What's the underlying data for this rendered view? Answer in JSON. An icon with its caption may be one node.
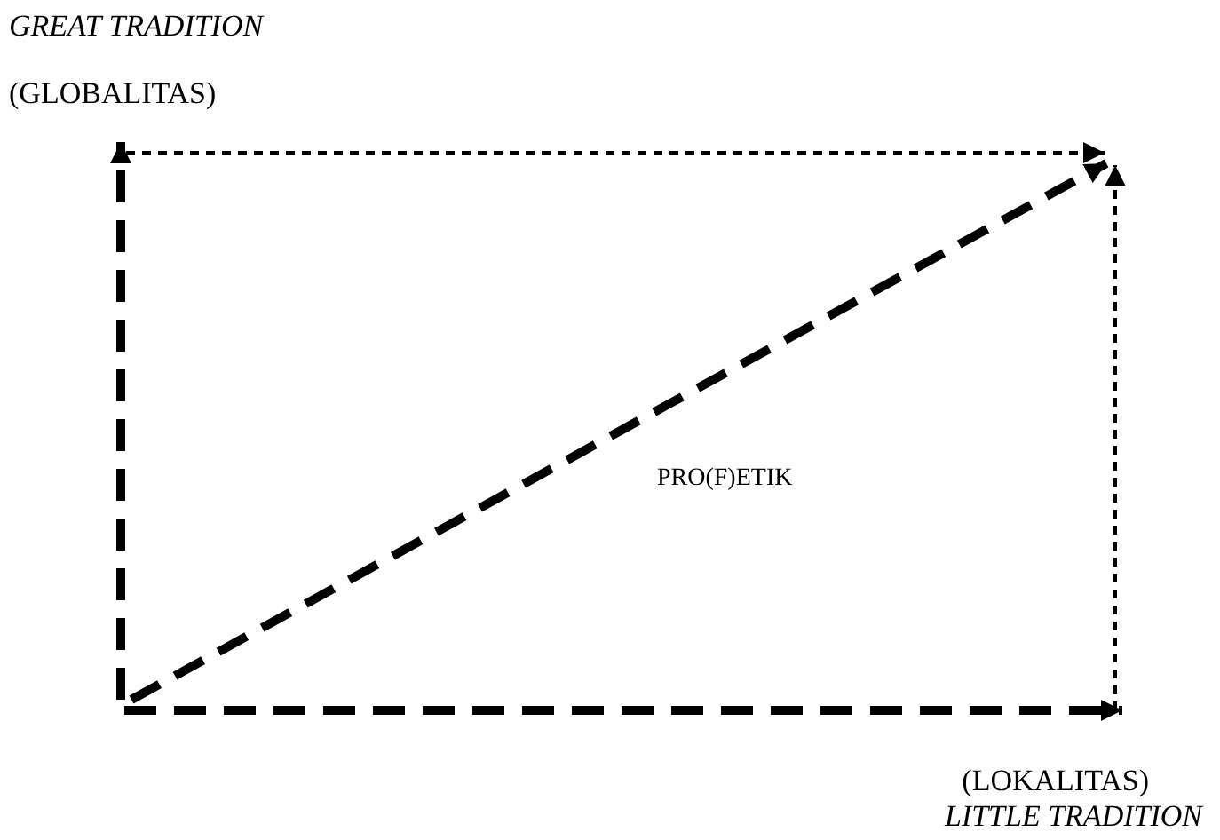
{
  "diagram": {
    "nodes": [
      {
        "text": [
          "GREAT TRADITION",
          "(GLOBALITAS)"
        ]
      },
      {
        "text": [
          "(LOKALITAS)",
          "LITTLE TRADITION"
        ]
      }
    ],
    "edges": [
      {
        "from": null,
        "to": 0,
        "arrow": "to",
        "style": "dashed"
      },
      {
        "from": 0,
        "to": null,
        "arrow": "to",
        "style": "dashed"
      },
      {
        "from": null,
        "to": 1,
        "arrow": "to",
        "style": "dashed"
      },
      {
        "from": 1,
        "to": null,
        "arrow": "to",
        "style": "dashed"
      }
    ],
    "labels": [
      "PRO(F)ETIK"
    ]
  }
}
